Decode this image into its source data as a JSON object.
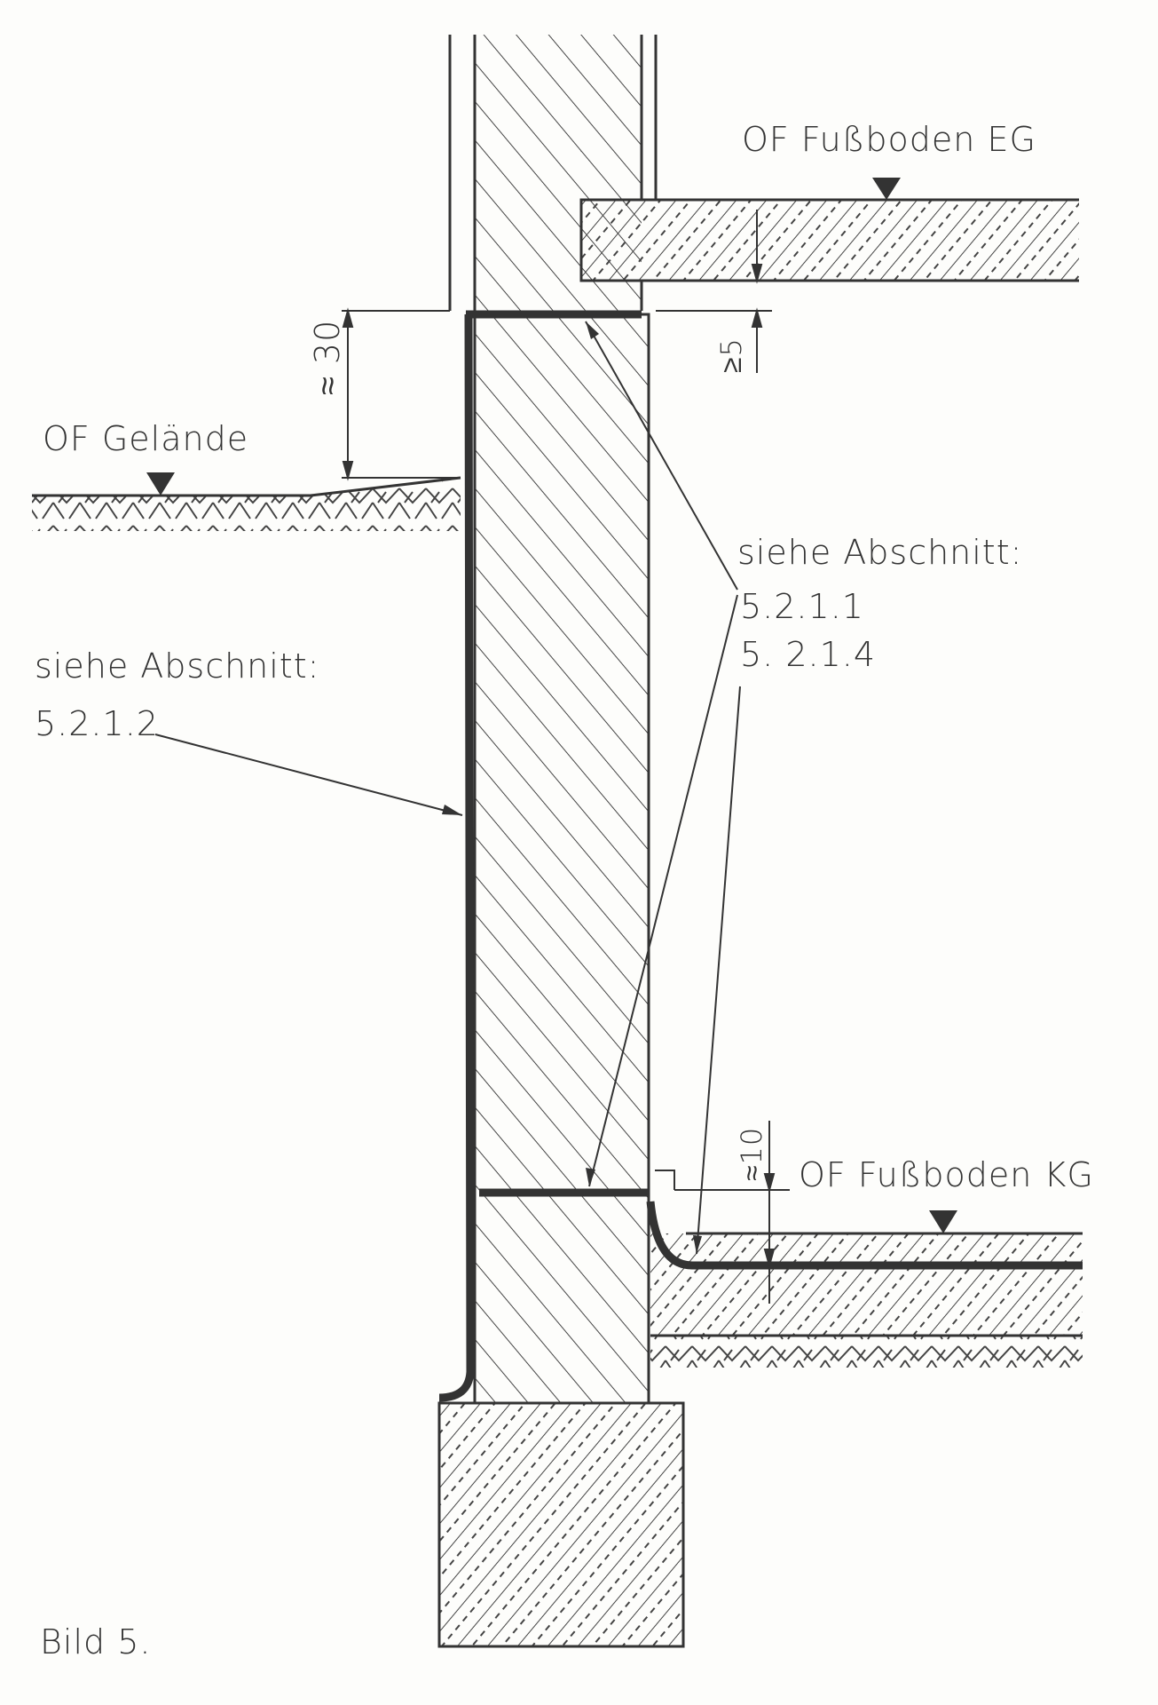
{
  "figure": {
    "caption": "Bild 5.",
    "labels": {
      "floor_eg": "OF Fußboden EG",
      "ground": "OF Gelände",
      "floor_kg": "OF Fußboden KG",
      "see_section_right": "siehe Abschnitt:",
      "ref_right_1": "5.2.1.1",
      "ref_right_2": "5. 2.1.4",
      "see_section_left": "siehe Abschnitt:",
      "ref_left": "5.2.1.2"
    },
    "dimensions": {
      "plinth_height": "≈ 30",
      "gap_slab": "≥5",
      "kg_step": "≈10"
    }
  }
}
